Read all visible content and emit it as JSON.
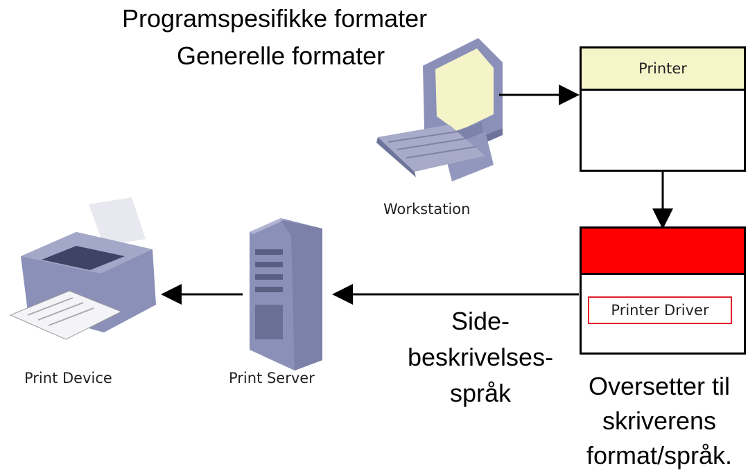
{
  "heading": {
    "line1": "Programspesifikke formater",
    "line2": "Generelle formater"
  },
  "nodes": {
    "workstation": "Workstation",
    "printer_queue": "Printer",
    "printer_driver": "Printer Driver",
    "print_server": "Print Server",
    "print_device": "Print Device"
  },
  "annotations": {
    "pdl": [
      "Side-",
      "beskrivelses-",
      "språk"
    ],
    "translate": [
      "Oversetter til",
      "skriverens",
      "format/språk."
    ]
  },
  "colors": {
    "printer_header": "#f6f5c9",
    "driver_header": "#ff0000",
    "driver_border": "#e0202a"
  }
}
